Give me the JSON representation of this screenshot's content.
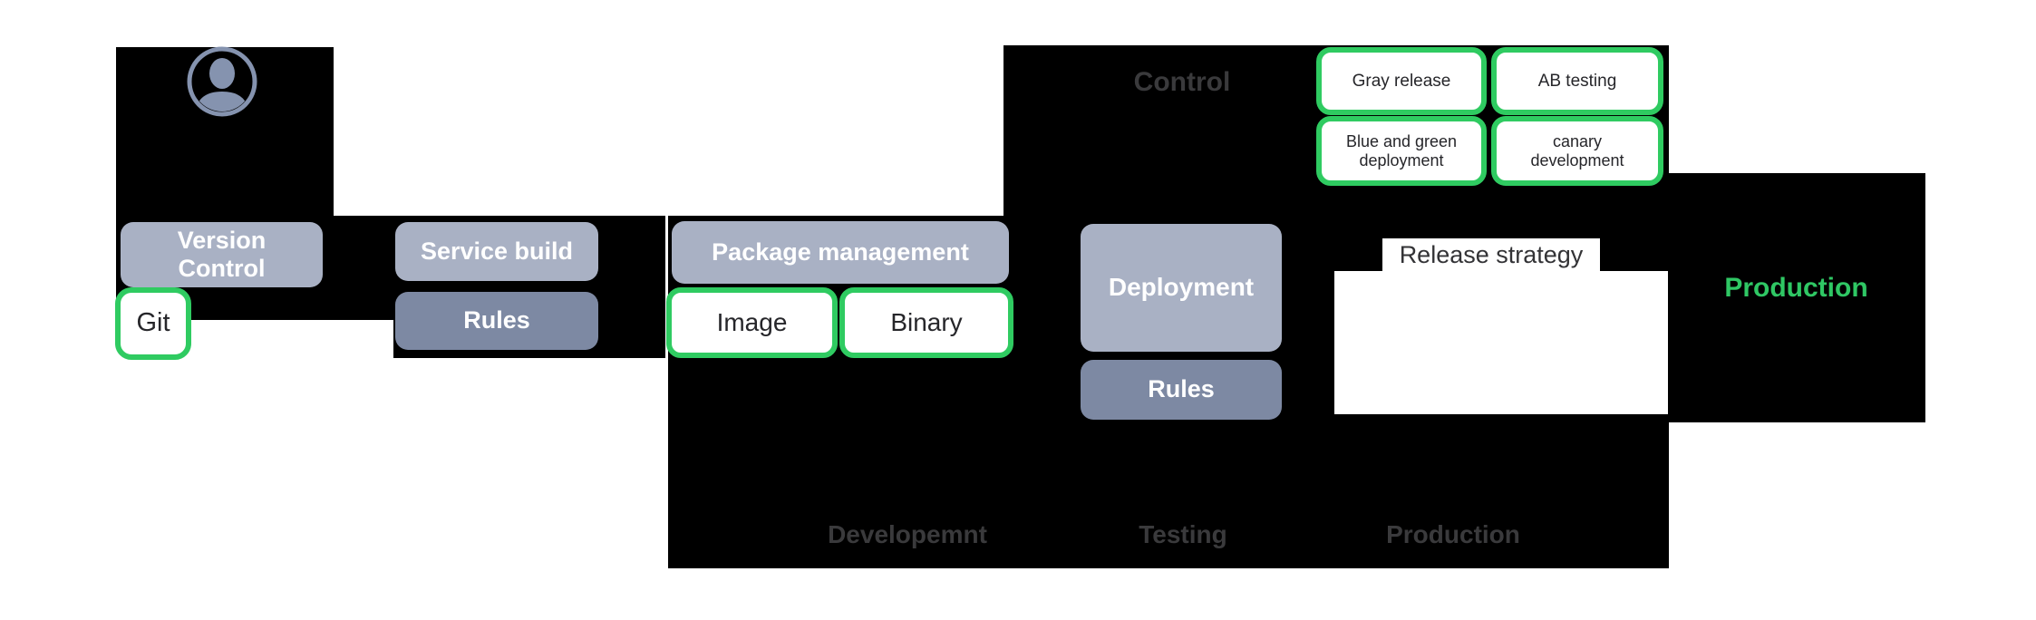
{
  "colors": {
    "panel_black": "#000000",
    "node_gray": "#a9b1c4",
    "node_slate": "#7d89a3",
    "accent_green": "#2fcb61",
    "muted_label_gray": "#3a3a3c",
    "production_green": "#2fc764",
    "node_text_white": "#ffffff",
    "node_text_dark": "#26262a"
  },
  "icons": {
    "avatar": "user-silhouette-icon"
  },
  "nodes": {
    "version_control": "Version Control",
    "git": "Git",
    "service_build": "Service build",
    "service_build_rules": "Rules",
    "package_management": "Package management",
    "image": "Image",
    "binary": "Binary",
    "deployment": "Deployment",
    "deployment_rules": "Rules",
    "release_strategy": "Release strategy",
    "gray_release": "Gray release",
    "ab_testing": "AB testing",
    "blue_green_deployment": "Blue and green deployment",
    "canary_development": "canary development"
  },
  "background_labels": {
    "control": "Control",
    "production": "Production",
    "env_development": "Developemnt",
    "env_testing": "Testing",
    "env_production": "Production"
  }
}
